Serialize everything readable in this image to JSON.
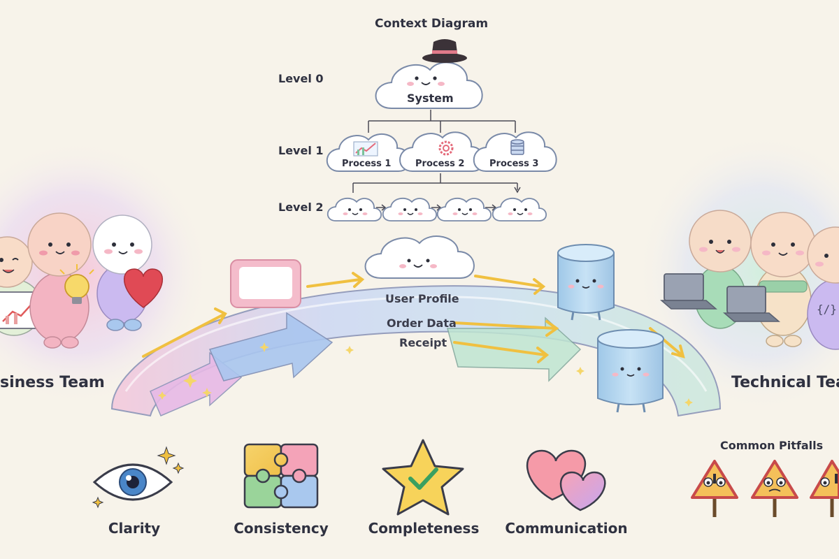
{
  "diagram": {
    "title": "Context Diagram",
    "levels": [
      {
        "label": "Level 0",
        "nodes": [
          "System"
        ]
      },
      {
        "label": "Level 1",
        "nodes": [
          "Process 1",
          "Process 2",
          "Process 3"
        ]
      },
      {
        "label": "Level 2",
        "nodes": [
          "",
          "",
          "",
          ""
        ]
      }
    ]
  },
  "teams": {
    "left_label": "siness Team",
    "right_label": "Technical Tea"
  },
  "flows": [
    "User Profile",
    "Order Data",
    "Receipt"
  ],
  "principles": [
    {
      "label": "Clarity",
      "icon": "eye-icon"
    },
    {
      "label": "Consistency",
      "icon": "puzzle-icon"
    },
    {
      "label": "Completeness",
      "icon": "star-check-icon"
    },
    {
      "label": "Communication",
      "icon": "hearts-icon"
    }
  ],
  "pitfalls": {
    "title": "Common Pitfalls",
    "count": 3
  }
}
